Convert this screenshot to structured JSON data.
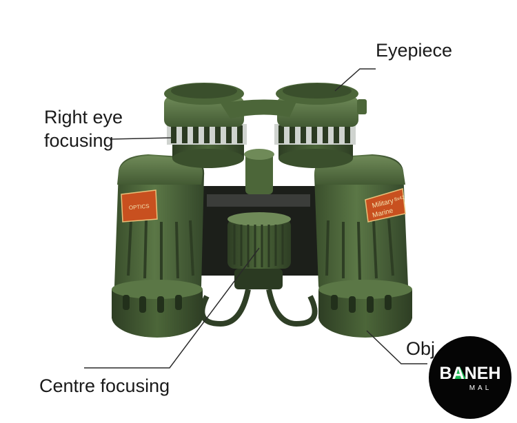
{
  "labels": {
    "eyepiece": "Eyepiece",
    "right_eye_focusing": "Right eye focusing",
    "centre_focusing": "Centre focusing",
    "objective_partial": "Obj"
  },
  "product_badges": {
    "left": "OPTICS",
    "right_line1": "Military",
    "right_line2": "Marine",
    "right_spec": "8x42"
  },
  "logo": {
    "main": "BANEH",
    "sub": "MAL",
    "accent_color": "#1db954"
  },
  "colors": {
    "body_green": "#4f6a3c",
    "dark_green": "#3a4f2c",
    "light_green": "#6f8a58",
    "badge_red": "#c8501f",
    "leader_line": "#2a2a2a"
  }
}
